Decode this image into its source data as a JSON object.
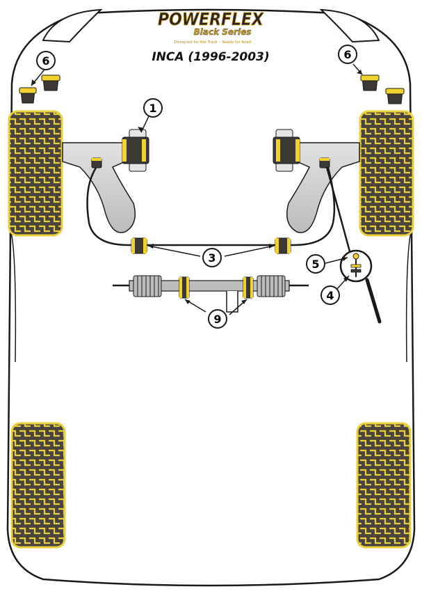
{
  "brand": {
    "name": "POWERFLEX",
    "series": "Black Series",
    "tagline": "Designed for the Track – Ready for Road"
  },
  "model": {
    "title": "INCA (1996-2003)"
  },
  "callouts": [
    {
      "id": "1",
      "label": "1"
    },
    {
      "id": "3",
      "label": "3"
    },
    {
      "id": "4",
      "label": "4"
    },
    {
      "id": "5",
      "label": "5"
    },
    {
      "id": "6a",
      "label": "6"
    },
    {
      "id": "6b",
      "label": "6"
    },
    {
      "id": "9",
      "label": "9"
    }
  ],
  "colors": {
    "outline": "#1a1a1a",
    "bush_yellow": "#f2d22e",
    "tyre_yellow": "#e9cf3b",
    "tyre_dark": "#4a443d",
    "arm_grey": "#cfcfcf",
    "shaft_grey": "#bdbdbd",
    "logo_gold": "#d8a21c"
  }
}
